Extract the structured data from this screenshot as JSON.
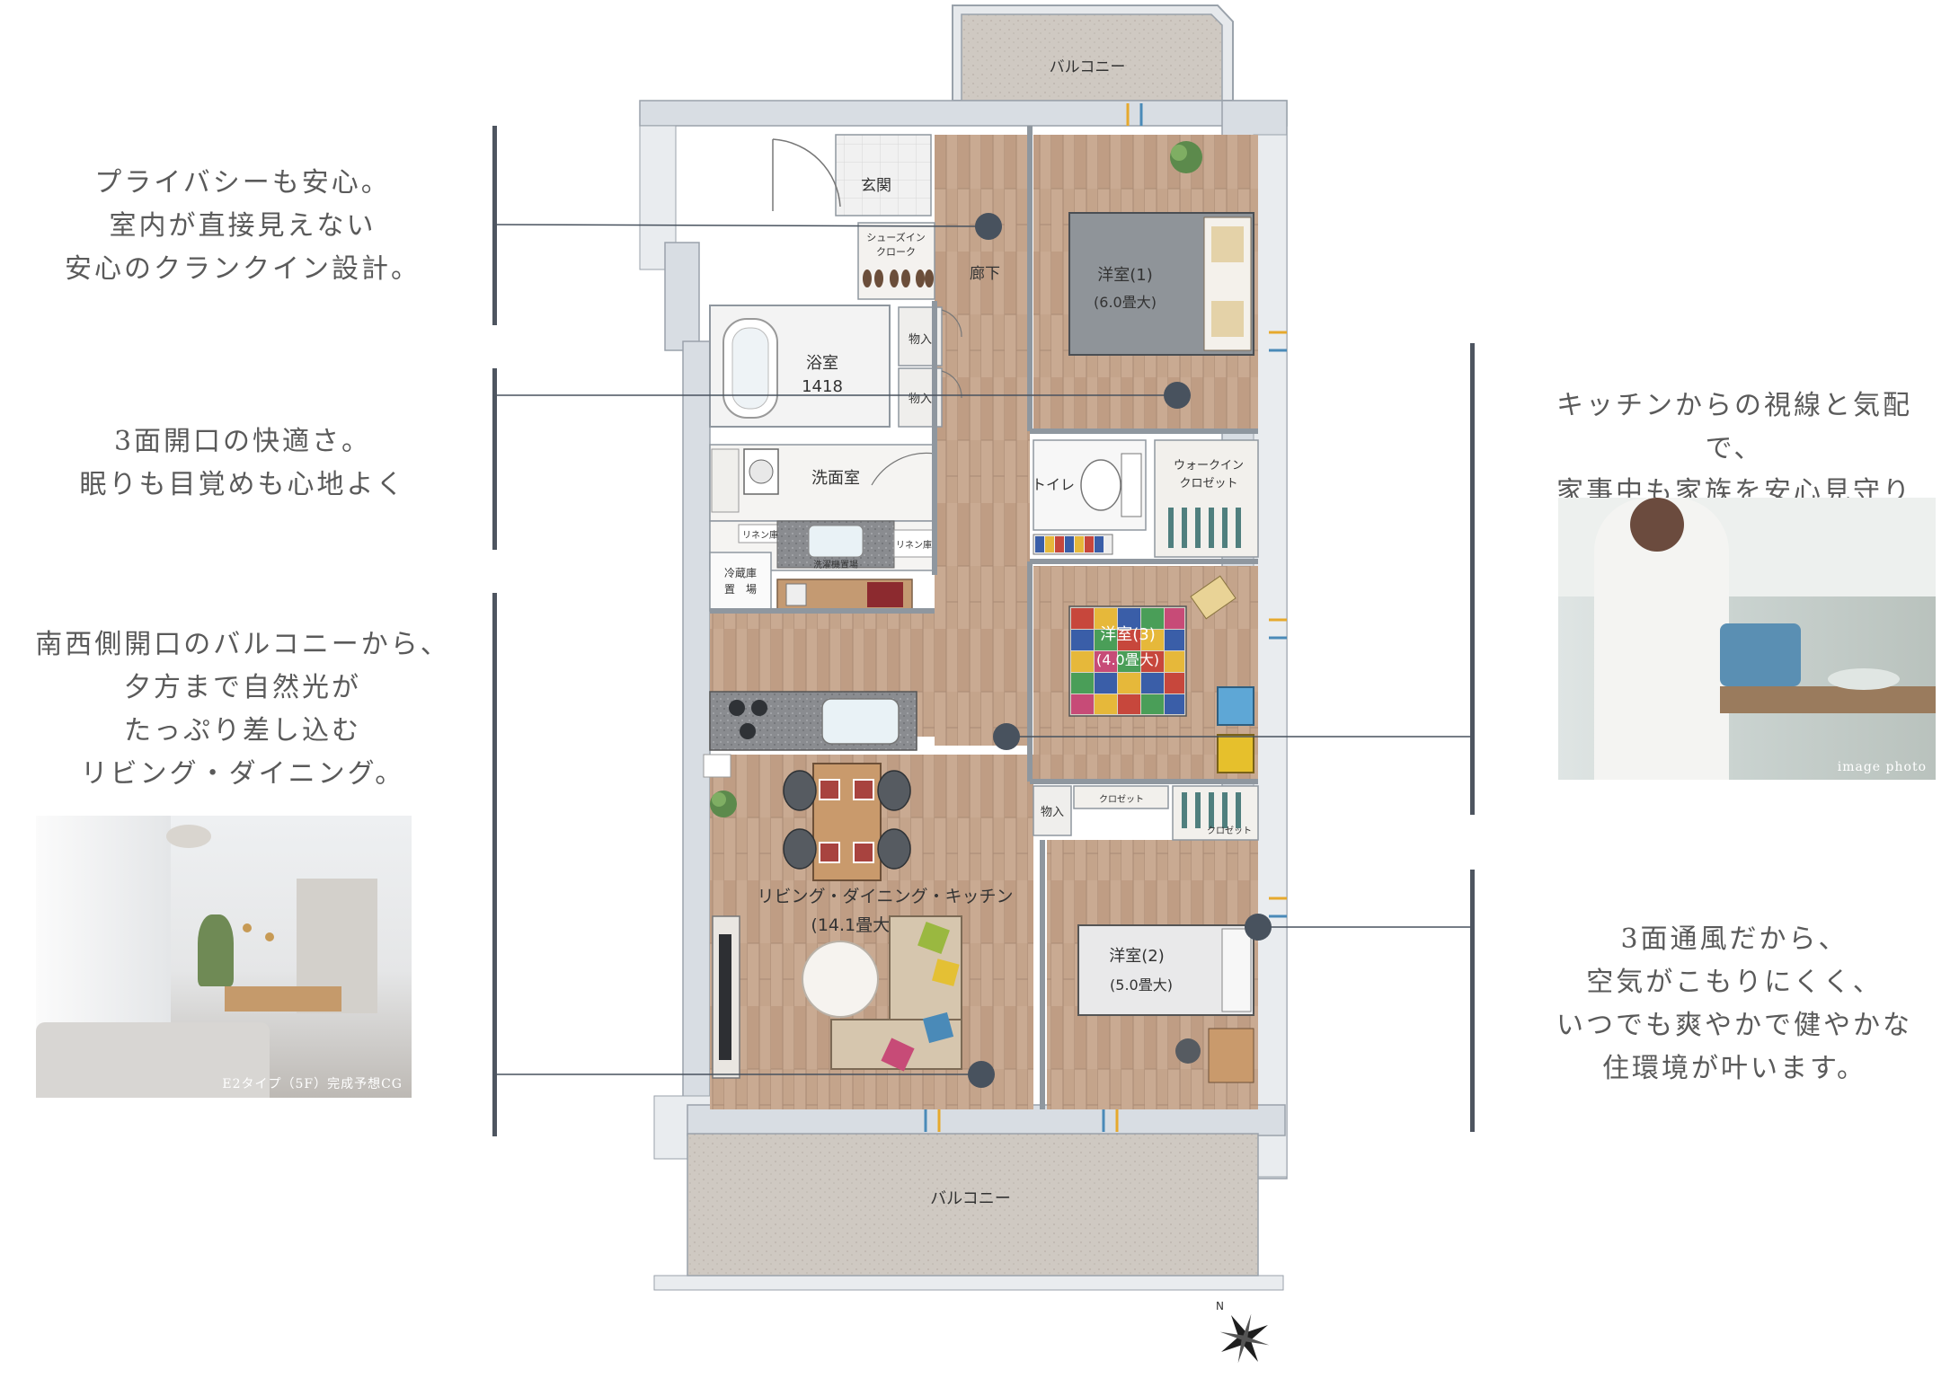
{
  "callouts": {
    "entrance": "プライバシーも安心。\n室内が直接見えない\n安心のクランクイン設計。",
    "bedroom1": "3面開口の快適さ。\n眠りも目覚めも心地よく",
    "living": "南西側開口のバルコニーから、\n夕方まで自然光が\nたっぷり差し込む\nリビング・ダイニング。",
    "kitchen": "キッチンからの視線と気配で、\n家事中も家族を安心見守り",
    "ventilation": "3面通風だから、\n空気がこもりにくく、\nいつでも爽やかで健やかな\n住環境が叶います。"
  },
  "photos": {
    "living_credit": "E2タイプ（5F）完成予想CG",
    "kitchen_credit": "image photo"
  },
  "rooms": {
    "balcony_top": "バルコニー",
    "balcony_bottom": "バルコニー",
    "genkan": "玄関",
    "shoes_in_1": "シューズイン",
    "shoes_in_2": "クローク",
    "corridor": "廊下",
    "bath_1": "浴室",
    "bath_2": "1418",
    "storage_a": "物入",
    "storage_b": "物入",
    "storage_c": "物入",
    "washroom": "洗面室",
    "toilet": "トイレ",
    "wic_1": "ウォークイン",
    "wic_2": "クロゼット",
    "linen_1": "リネン庫",
    "linen_2": "リネン庫",
    "fridge_1": "冷蔵庫",
    "fridge_2": "置　場",
    "washer": "洗濯機置場",
    "bed1_1": "洋室(1)",
    "bed1_2": "(6.0畳大)",
    "bed3_1": "洋室(3)",
    "bed3_2": "(4.0畳大)",
    "bed2_1": "洋室(2)",
    "bed2_2": "(5.0畳大)",
    "closet_a": "クロゼット",
    "closet_b": "クロゼット",
    "ldk_1": "リビング・ダイニング・キッチン",
    "ldk_2": "(14.1畳大)",
    "compass": "N"
  },
  "colors": {
    "wall": "#d8dde3",
    "floor": "#c9aa92",
    "balcony": "#cfc8c0",
    "bar": "#4e5560",
    "dot": "#48525e",
    "text": "#5a5a5a"
  }
}
